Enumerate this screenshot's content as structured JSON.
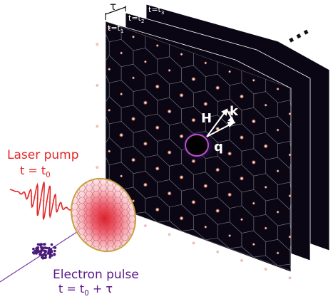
{
  "labels": {
    "laser_title": "Laser pump",
    "laser_eq": "t = t",
    "laser_sub": "0",
    "electron_title": "Electron pulse",
    "electron_eq": "t = t",
    "electron_sub": "0",
    "electron_tail": " + τ",
    "tau": "τ",
    "ellipsis": "...",
    "vec_H": "H",
    "vec_k": "k",
    "vec_q": "q"
  },
  "frames": [
    {
      "tag": "t=t",
      "sub": "3"
    },
    {
      "tag": "t=t",
      "sub": "2"
    },
    {
      "tag": "t=t",
      "sub": "1"
    }
  ],
  "colors": {
    "laser": "#e32626",
    "electron": "#5a1a8a",
    "frame_bg": "#0b0614",
    "spot": "#ffd9a0",
    "hex_lines": "#8a8a9a",
    "lens_border": "#c8a040"
  }
}
